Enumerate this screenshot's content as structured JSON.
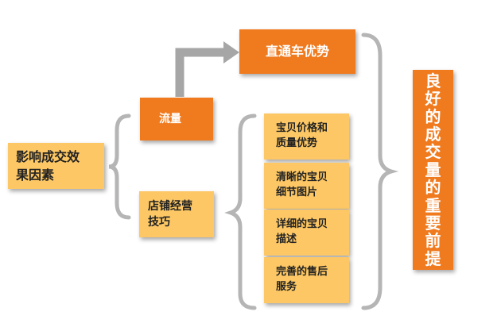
{
  "diagram": {
    "factors_label": "影响成交效果因素",
    "traffic_label": "流量",
    "skills_label": "店铺经营技巧",
    "zhitong_label": "直通车优势",
    "skill_items": [
      "宝贝价格和质量优势",
      "清晰的宝贝细节图片",
      "详细的宝贝描述",
      "完善的售后服务"
    ],
    "result_label": "良好的成交量的重要前提",
    "colors": {
      "light_box": "#fcc764",
      "dark_box": "#f07a1e",
      "connector": "#b0b0b0"
    }
  }
}
